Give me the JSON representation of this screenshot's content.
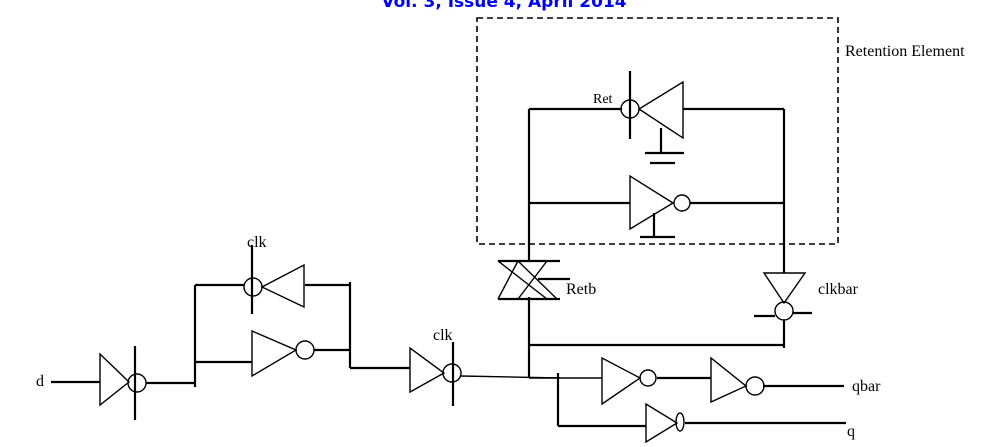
{
  "header": {
    "text": "Vol. 3, Issue 4, April 2014",
    "color": "#0000ff"
  },
  "diagram": {
    "title": "Retention flip-flop circuit",
    "retention_box_label": "Retention Element",
    "labels": {
      "d": "d",
      "clk1": "clk",
      "clk2": "clk",
      "ret": "Ret",
      "retb": "Retb",
      "clkbar": "clkbar",
      "qbar": "qbar",
      "q": "q"
    },
    "components": [
      {
        "type": "clocked-inverter",
        "name": "input-tristate-inverter",
        "input": "d"
      },
      {
        "type": "clocked-inverter",
        "name": "master-feedback-inverter",
        "control": "clk"
      },
      {
        "type": "inverter",
        "name": "master-forward-inverter"
      },
      {
        "type": "clocked-inverter",
        "name": "transfer-tristate-inverter",
        "control": "clk"
      },
      {
        "type": "clocked-inverter",
        "name": "retention-feedback-inverter",
        "control": "Ret"
      },
      {
        "type": "inverter",
        "name": "retention-forward-inverter"
      },
      {
        "type": "transmission-gate",
        "name": "retb-transmission-gate",
        "control": "Retb"
      },
      {
        "type": "clocked-inverter",
        "name": "clkbar-tristate-inverter",
        "control": "clkbar"
      },
      {
        "type": "inverter",
        "name": "output-inverter-1"
      },
      {
        "type": "inverter",
        "name": "output-inverter-2",
        "output": "qbar"
      },
      {
        "type": "inverter",
        "name": "output-inverter-q",
        "output": "q"
      }
    ],
    "colors": {
      "line": "#000000",
      "background": "#ffffff"
    }
  }
}
